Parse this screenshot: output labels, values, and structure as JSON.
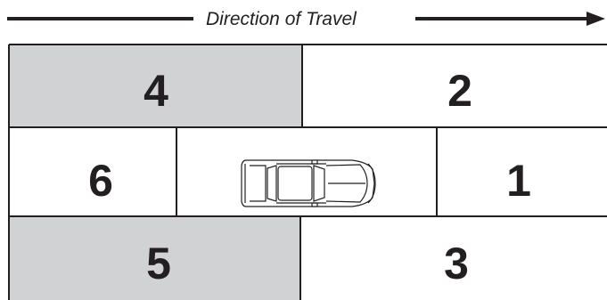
{
  "direction": {
    "label": "Direction of Travel",
    "arrow_icon": "arrow-right-icon"
  },
  "zones": [
    {
      "id": "zone-4",
      "number": "4",
      "shaded": true
    },
    {
      "id": "zone-2",
      "number": "2",
      "shaded": false
    },
    {
      "id": "zone-6",
      "number": "6",
      "shaded": false
    },
    {
      "id": "zone-1",
      "number": "1",
      "shaded": false
    },
    {
      "id": "zone-5",
      "number": "5",
      "shaded": true
    },
    {
      "id": "zone-3",
      "number": "3",
      "shaded": false
    }
  ],
  "vehicle": {
    "icon": "car-icon"
  },
  "colors": {
    "line": "#231f20",
    "shaded_zone": "#d1d2d4",
    "background": "#ffffff"
  }
}
